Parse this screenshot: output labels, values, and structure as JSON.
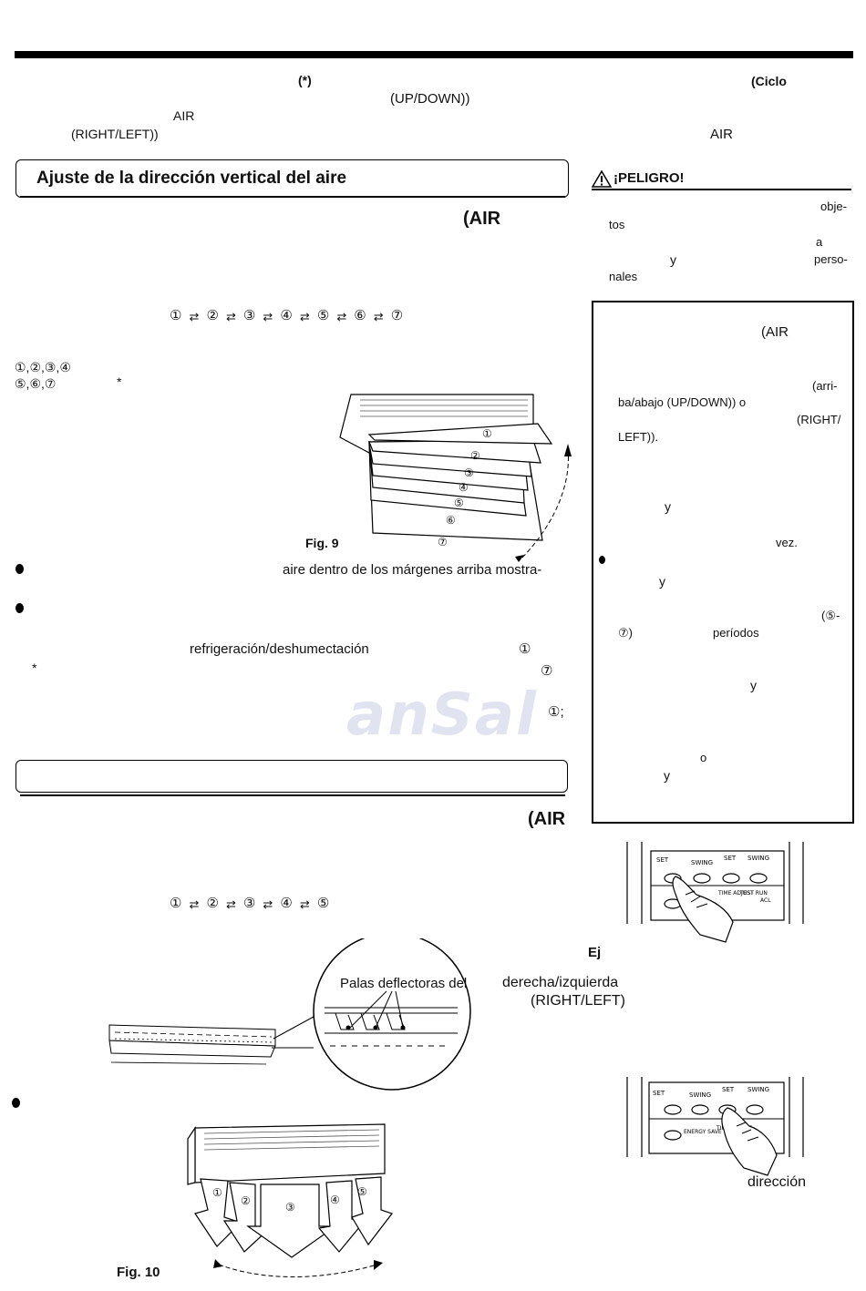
{
  "top": {
    "star_note": "(*)",
    "updown": "(UP/DOWN))",
    "ciclo": "(Ciclo",
    "air1": "AIR",
    "rightleft": "(RIGHT/LEFT))",
    "air2": "AIR"
  },
  "section1": {
    "title": "Ajuste de la dirección vertical del aire",
    "air_label": "(AIR",
    "sequence": [
      "①",
      "②",
      "③",
      "④",
      "⑤",
      "⑥",
      "⑦"
    ],
    "positions_a": "①,②,③,④",
    "positions_b": "⑤,⑥,⑦",
    "star": "*",
    "fig_label": "Fig. 9",
    "fig_numbers": [
      "①",
      "②",
      "③",
      "④",
      "⑤",
      "⑥",
      "⑦"
    ],
    "bullet1_text": "aire dentro de los márgenes arriba mostra-",
    "refrig": "refrigeración/deshumectación",
    "circle1": "①",
    "star2": "*",
    "circle7": "⑦",
    "circle1b": "①;"
  },
  "watermark": "anSal",
  "section2": {
    "title": "",
    "air_label": "(AIR",
    "sequence": [
      "①",
      "②",
      "③",
      "④",
      "⑤"
    ],
    "callout": "Palas deflectoras del",
    "fig_label": "Fig. 10",
    "fig_numbers": [
      "①",
      "②",
      "③",
      "④",
      "⑤"
    ]
  },
  "danger": {
    "title": "¡PELIGRO!",
    "lines": [
      "obje-",
      "tos",
      "a",
      "y",
      "perso-",
      "nales"
    ]
  },
  "rightbox": {
    "air": "(AIR",
    "arri": "(arri-",
    "baja": "ba/abajo (UP/DOWN)) o",
    "right": "(RIGHT/",
    "left": "LEFT)).",
    "y1": "y",
    "vez": "vez.",
    "y2": "y",
    "five": "(⑤-",
    "seven": "⑦)",
    "periodos": "períodos",
    "y3": "y",
    "o": "o",
    "y4": "y"
  },
  "remote1": {
    "buttons": [
      "SET",
      "SWING",
      "SET",
      "SWING"
    ],
    "row2": [
      "TIME ADJUST",
      "TEST RUN",
      "ACL"
    ]
  },
  "remote2": {
    "buttons": [
      "SET",
      "SWING",
      "SET",
      "SWING"
    ],
    "row2": [
      "ENERGY SAVE",
      "TIME ADJUST"
    ]
  },
  "right_lower": {
    "ej": "Ej",
    "derecha": "derecha/izquierda",
    "rightleft": "(RIGHT/LEFT)",
    "direccion": "dirección"
  }
}
